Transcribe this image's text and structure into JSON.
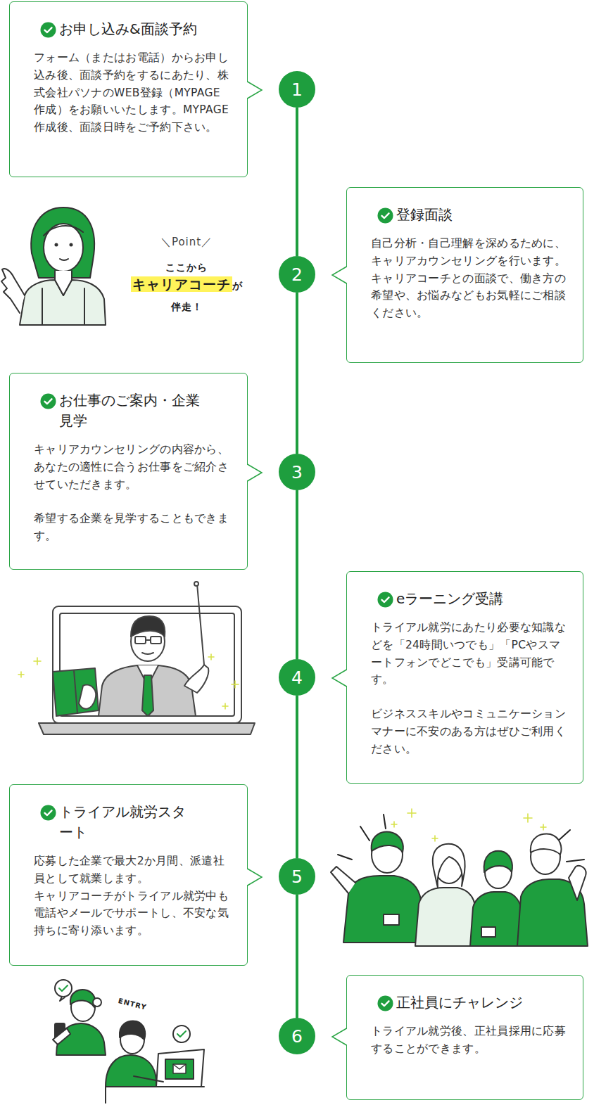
{
  "diagram": {
    "nodes": [
      {
        "text": [
          "お申し込み&面談予約",
          "フォーム（またはお電話）からお申し込み後、面談予約をするにあたり、株式会社パソナのWEB登録（MYPAGE作成）をお願いいたします。MYPAGE作成後、面談日時をご予約下さい。"
        ]
      },
      {
        "text": [
          "1"
        ]
      },
      {
        "text": [
          "2"
        ]
      },
      {
        "text": [
          "登録面談",
          "自己分析・自己理解を深めるために、キャリアカウンセリングを行います。",
          "キャリアコーチとの面談で、働き方の希望や、お悩みなどもお気軽にご相談ください。"
        ]
      },
      {
        "text": [
          "お仕事のご案内・企業見学",
          "キャリアカウンセリングの内容から、あなたの適性に合うお仕事をご紹介させていただきます。",
          "希望する企業を見学することもできます。"
        ]
      },
      {
        "text": [
          "3"
        ]
      },
      {
        "text": [
          "4"
        ]
      },
      {
        "text": [
          "eラーニング受講",
          "トライアル就労にあたり必要な知識などを「24時間いつでも」「PCやスマートフォンでどこでも」受講可能です。",
          "ビジネススキルやコミュニケーションマナーに不安のある方はぜひご利用ください。"
        ]
      },
      {
        "text": [
          "トライアル就労スタート",
          "応募した企業で最大2か月間、派遣社員として就業します。",
          "キャリアコーチがトライアル就労中も電話やメールでサポートし、不安な気持ちに寄り添います。"
        ]
      },
      {
        "text": [
          "5"
        ]
      },
      {
        "text": [
          "6"
        ]
      },
      {
        "text": [
          "正社員にチャレンジ",
          "トライアル就労後、正社員採用に応募することができます。"
        ]
      }
    ],
    "edges": [
      {
        "from": 1,
        "to": 2,
        "arrow": "none"
      },
      {
        "from": 2,
        "to": 5,
        "arrow": "none"
      },
      {
        "from": 5,
        "to": 6,
        "arrow": "none"
      },
      {
        "from": 6,
        "to": 9,
        "arrow": "none"
      },
      {
        "from": 9,
        "to": 10,
        "arrow": "none"
      }
    ],
    "labels": [
      "＼Point／",
      "ここから",
      "キャリアコーチ",
      "が",
      "伴走！",
      "ENTRY"
    ]
  }
}
